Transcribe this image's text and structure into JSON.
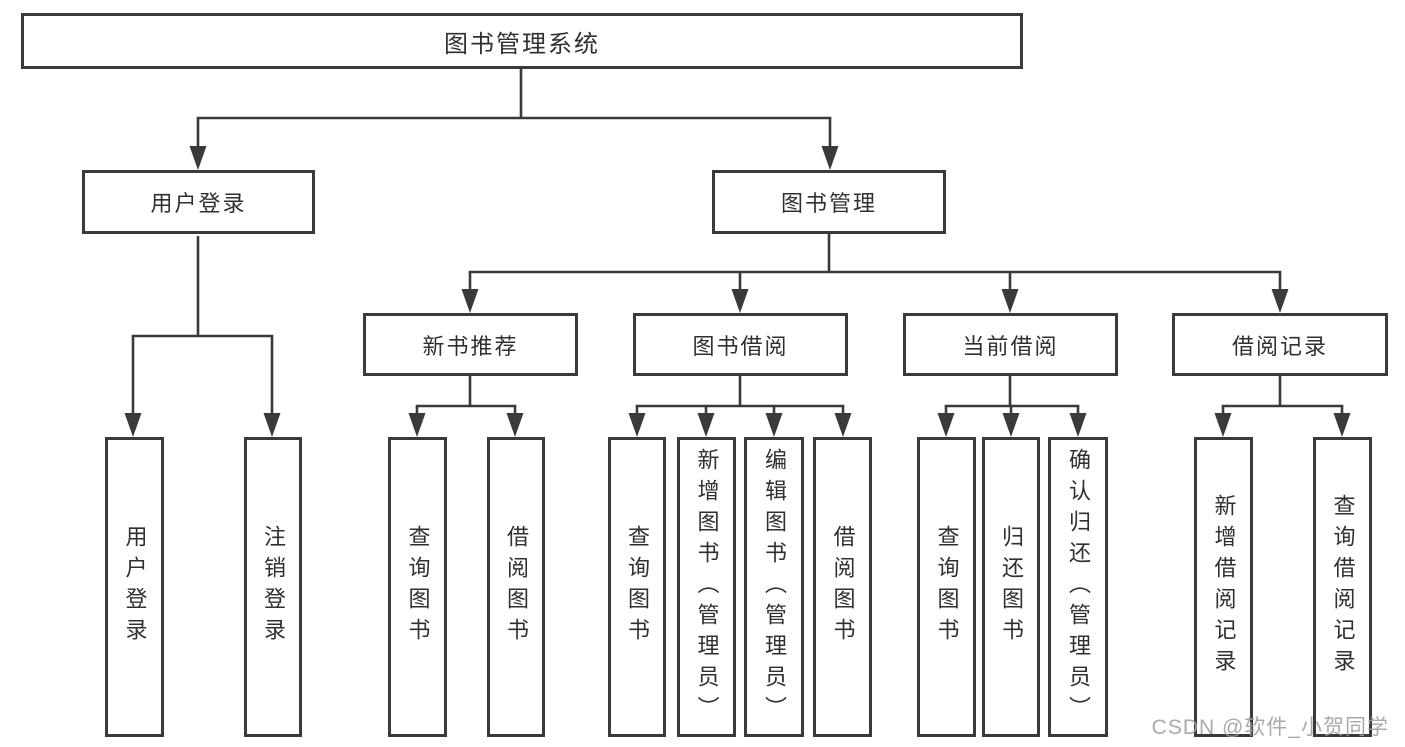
{
  "diagram": {
    "root": {
      "label": "图书管理系统"
    },
    "level2": [
      {
        "label": "用户登录"
      },
      {
        "label": "图书管理"
      }
    ],
    "level3": [
      {
        "label": "新书推荐"
      },
      {
        "label": "图书借阅"
      },
      {
        "label": "当前借阅"
      },
      {
        "label": "借阅记录"
      }
    ],
    "leaves": [
      {
        "label": "用户登录",
        "parent": "用户登录"
      },
      {
        "label": "注销登录",
        "parent": "用户登录"
      },
      {
        "label": "查询图书",
        "parent": "新书推荐"
      },
      {
        "label": "借阅图书",
        "parent": "新书推荐"
      },
      {
        "label": "查询图书",
        "parent": "图书借阅"
      },
      {
        "label": "新增图书（管理员）",
        "parent": "图书借阅"
      },
      {
        "label": "编辑图书（管理员）",
        "parent": "图书借阅"
      },
      {
        "label": "借阅图书",
        "parent": "图书借阅"
      },
      {
        "label": "查询图书",
        "parent": "当前借阅"
      },
      {
        "label": "归还图书",
        "parent": "当前借阅"
      },
      {
        "label": "确认归还（管理员）",
        "parent": "当前借阅"
      },
      {
        "label": "新增借阅记录",
        "parent": "借阅记录"
      },
      {
        "label": "查询借阅记录",
        "parent": "借阅记录"
      }
    ],
    "watermark": "CSDN @软件_小贺同学",
    "colors": {
      "line": "#3a3a3a",
      "box_border": "#3a3a3a",
      "text": "#303030",
      "watermark": "#9e9e9e",
      "background": "#ffffff"
    }
  }
}
